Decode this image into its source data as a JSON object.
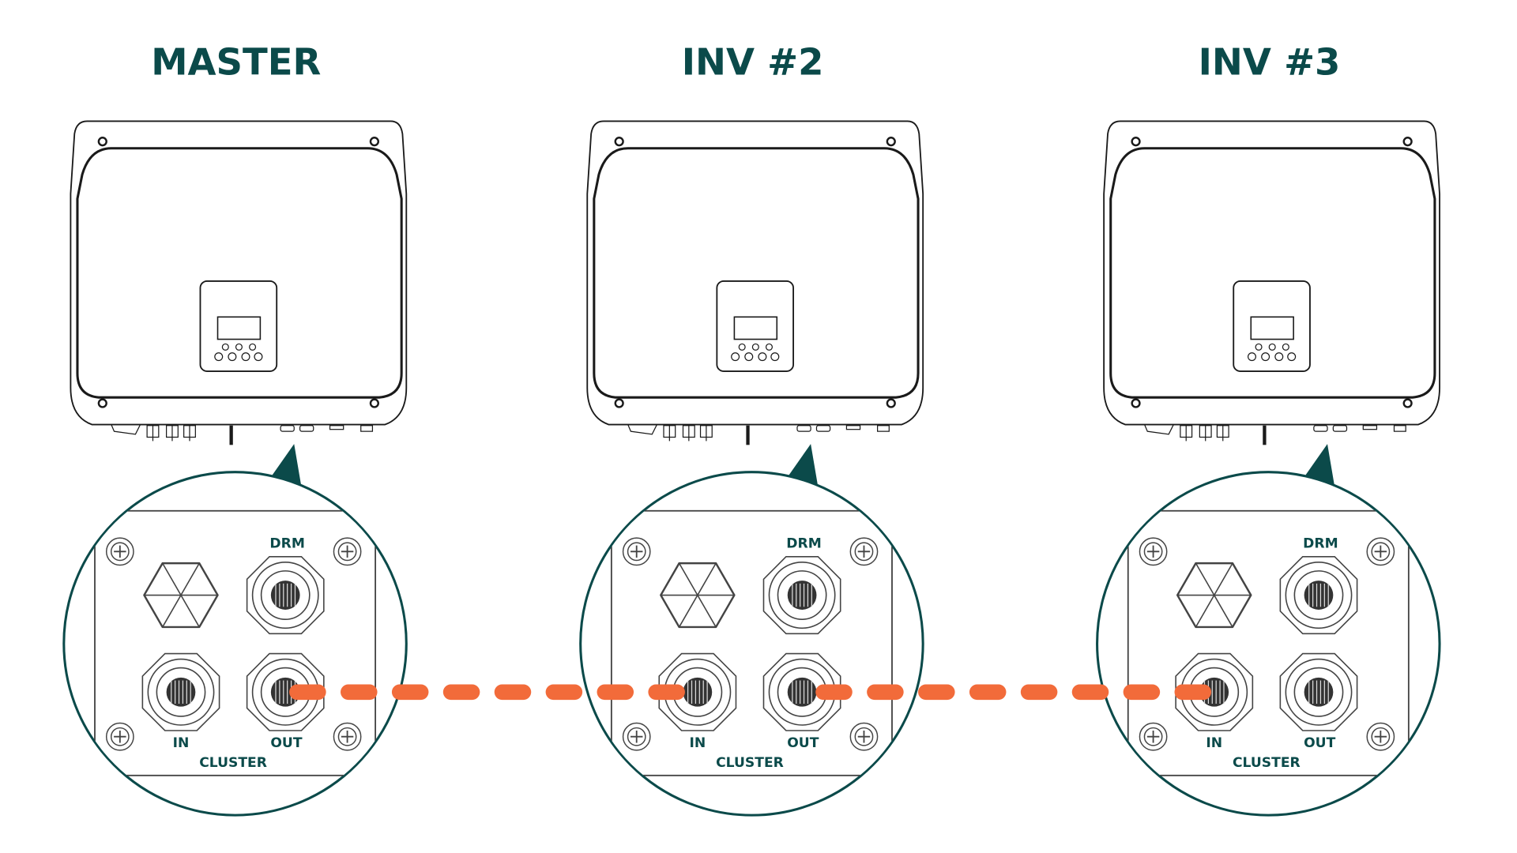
{
  "colors": {
    "accent": "#0b4a4a",
    "cable": "#f26b3a",
    "line": "#1a1a1a"
  },
  "inverters": [
    {
      "title": "MASTER",
      "labels": {
        "drm": "DRM",
        "in": "IN",
        "out": "OUT",
        "cluster": "CLUSTER"
      }
    },
    {
      "title": "INV #2",
      "labels": {
        "drm": "DRM",
        "in": "IN",
        "out": "OUT",
        "cluster": "CLUSTER"
      }
    },
    {
      "title": "INV #3",
      "labels": {
        "drm": "DRM",
        "in": "IN",
        "out": "OUT",
        "cluster": "CLUSTER"
      }
    }
  ]
}
